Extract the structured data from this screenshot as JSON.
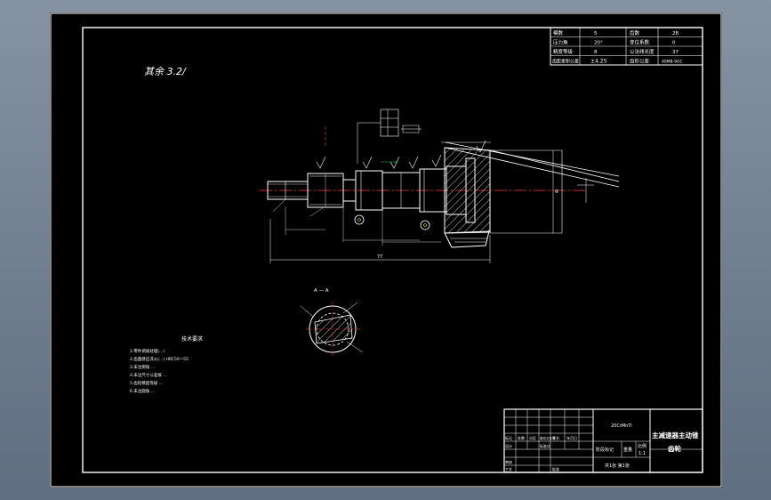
{
  "colors": {
    "sheet_background": "#000000",
    "window_background": "#6b7a8c",
    "line": "#ffffff",
    "centerline_accent": "#ff3a3a",
    "dimension_accent": "#ffe34d"
  },
  "drawing": {
    "roughness_note": "其余 3.2/",
    "section_label": "A — A",
    "tech_requirements_title": "技术要求",
    "tech_requirements": [
      "1.零件调质处理(...)",
      "2.齿面感应淬火(...) HRC50～55",
      "3.未注倒角 ...",
      "4.未注尺寸公差按 ...",
      "5.齿轮精度等级 ...",
      "6.未注圆角 ..."
    ]
  },
  "param_table": {
    "rows": [
      [
        "模数",
        "5",
        "齿数",
        "28"
      ],
      [
        "压力角",
        "20°",
        "变位系数",
        "0"
      ],
      [
        "精度等级",
        "8",
        "公法线长度",
        "37"
      ],
      [
        "齿距累积公差",
        "±4.25",
        "齿形公差",
        "40M8-9GC"
      ]
    ]
  },
  "title_block": {
    "part_name_line1": "主减速器主动锥",
    "part_name_line2": "齿轮",
    "material": "20CrMnTi",
    "scale_label": "比例",
    "scale_value": "1:1",
    "weight_label": "重量",
    "stage_label": "阶段标记",
    "sheet_info": "共1张  第1张",
    "labels": [
      "标记",
      "处数",
      "分区",
      "更改文件号",
      "签名",
      "年月日",
      "设计",
      "审核",
      "工艺",
      "标准化",
      "批准"
    ]
  }
}
